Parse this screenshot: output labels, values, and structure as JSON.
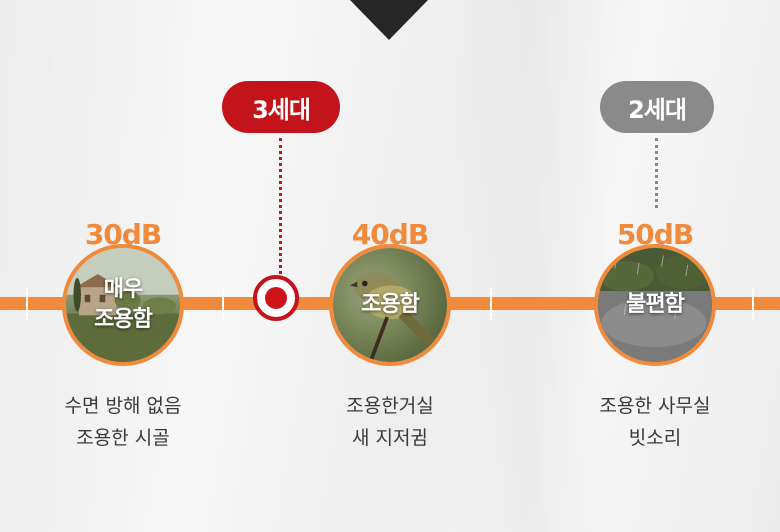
{
  "generations": {
    "gen3": {
      "label": "3세대",
      "color": "#c4141b"
    },
    "gen2": {
      "label": "2세대",
      "color": "#8a8a8a"
    }
  },
  "accent_color": "#f08a3c",
  "levels": [
    {
      "db": "30dB",
      "title": "매우\n조용함",
      "description": "수면 방해 없음\n조용한 시골",
      "image": "countryside-villa-image"
    },
    {
      "db": "40dB",
      "title": "조용함",
      "description": "조용한거실\n새 지저귐",
      "image": "bird-on-branch-image"
    },
    {
      "db": "50dB",
      "title": "불편함",
      "description": "조용한 사무실\n빗소리",
      "image": "rain-image"
    }
  ]
}
